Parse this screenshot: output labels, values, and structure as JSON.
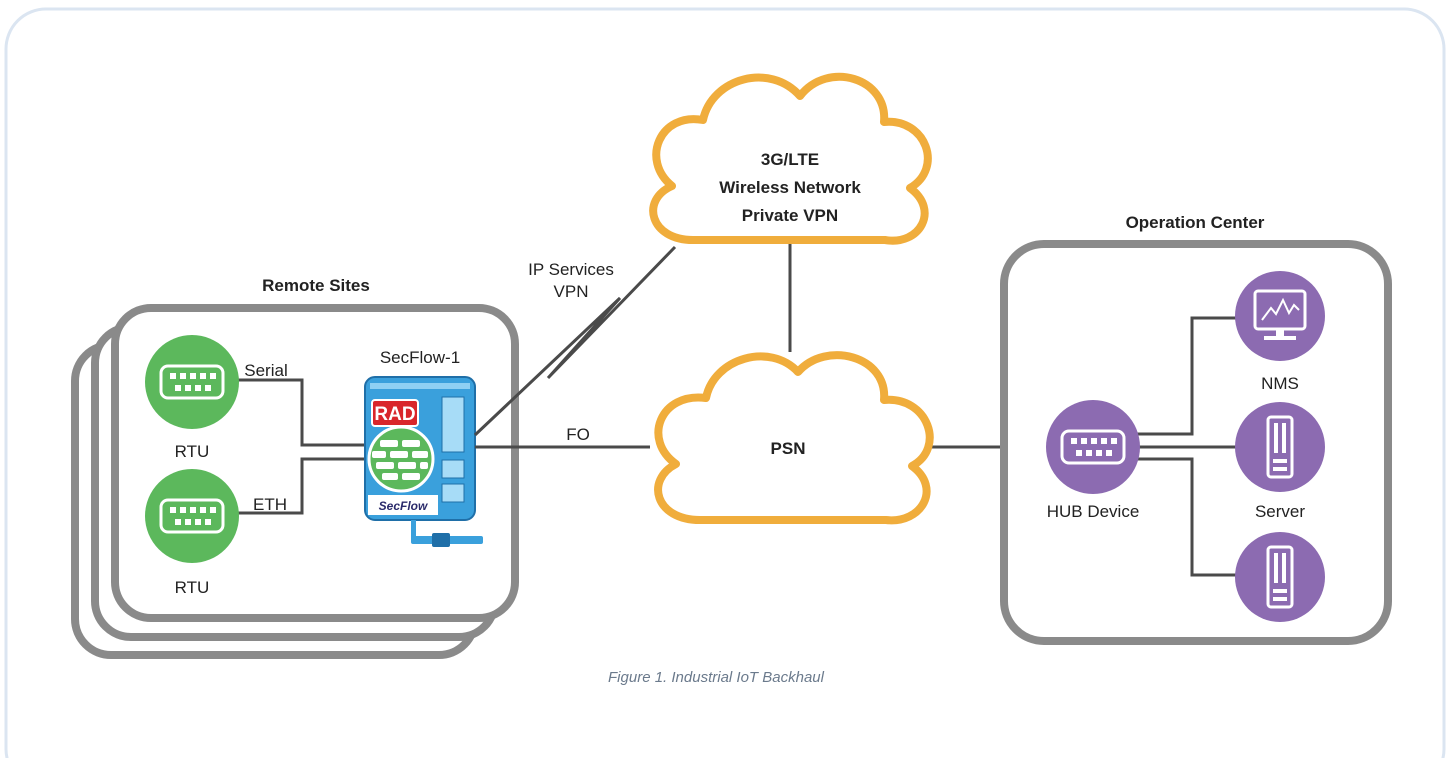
{
  "figure": {
    "caption": "Figure 1.  Industrial IoT Backhaul"
  },
  "remote_sites": {
    "title": "Remote Sites",
    "rtu_top_label": "RTU",
    "rtu_bottom_label": "RTU",
    "serial_label": "Serial",
    "eth_label": "ETH",
    "device_label": "SecFlow-1",
    "device_logo": "RAD",
    "device_brand": "SecFlow"
  },
  "links": {
    "fo_label": "FO",
    "vpn_line1": "IP Services",
    "vpn_line2": "VPN"
  },
  "clouds": {
    "wireless_line1": "3G/LTE",
    "wireless_line2": "Wireless Network",
    "wireless_line3": "Private VPN",
    "psn": "PSN"
  },
  "operation_center": {
    "title": "Operation Center",
    "hub_label": "HUB Device",
    "nms_label": "NMS",
    "server_label": "Server"
  },
  "colors": {
    "rtu_green": "#5cb85c",
    "purple": "#8c6bb1",
    "cloud_orange": "#f0ad3c",
    "frame_gray": "#8a8a8a",
    "device_blue": "#3aa0dc",
    "rad_red": "#d9262b",
    "border_blue": "#dbe5f1"
  }
}
